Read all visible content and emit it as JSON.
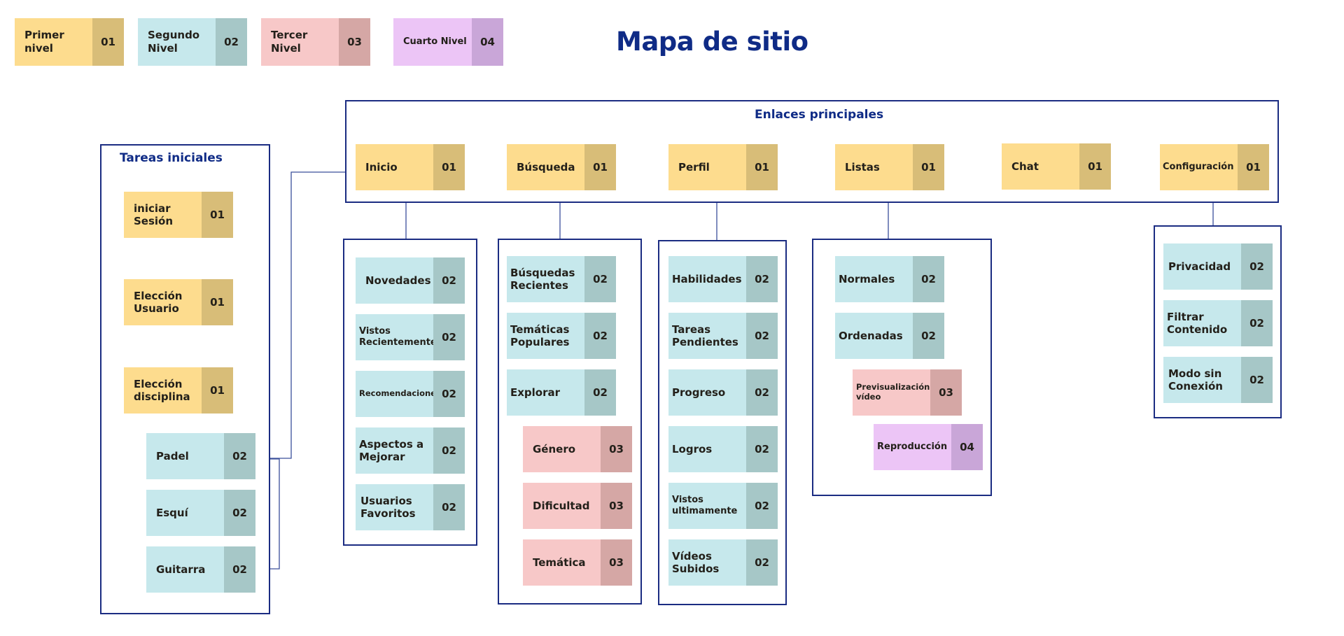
{
  "title": "Mapa de sitio",
  "colors": {
    "title": "#0f2b86",
    "frame_border": "#1b2c82",
    "connector": "#3a4f9a",
    "level1": [
      "#fddc8e",
      "#d8bd78"
    ],
    "level2": [
      "#c6e8ec",
      "#a6c7c7"
    ],
    "level3": [
      "#f7c8c8",
      "#d5a7a5"
    ],
    "level4": [
      "#ecc5f6",
      "#c9a6d8"
    ]
  },
  "legend": [
    {
      "label": "Primer nivel",
      "num": "01",
      "level": 1
    },
    {
      "label": "Segundo Nivel",
      "num": "02",
      "level": 2
    },
    {
      "label": "Tercer Nivel",
      "num": "03",
      "level": 3
    },
    {
      "label": "Cuarto Nivel",
      "num": "04",
      "level": 4
    }
  ],
  "groups": {
    "principales": {
      "title": "Enlaces principales"
    },
    "tareas": {
      "title": "Tareas iniciales"
    }
  },
  "nodes": {
    "inicio": {
      "label": "Inicio",
      "num": "01"
    },
    "busqueda": {
      "label": "Búsqueda",
      "num": "01"
    },
    "perfil": {
      "label": "Perfil",
      "num": "01"
    },
    "listas": {
      "label": "Listas",
      "num": "01"
    },
    "chat": {
      "label": "Chat",
      "num": "01"
    },
    "configuracion": {
      "label": "Configuración",
      "num": "01"
    },
    "iniciar_sesion": {
      "label": "iniciar Sesión",
      "num": "01"
    },
    "eleccion_usuario": {
      "label": "Elección Usuario",
      "num": "01"
    },
    "eleccion_disciplina": {
      "label": "Elección disciplina",
      "num": "01"
    },
    "padel": {
      "label": "Padel",
      "num": "02"
    },
    "esqui": {
      "label": "Esquí",
      "num": "02"
    },
    "guitarra": {
      "label": "Guitarra",
      "num": "02"
    },
    "novedades": {
      "label": "Novedades",
      "num": "02"
    },
    "vistos_recientemente": {
      "label": "Vistos Recientemente",
      "num": "02"
    },
    "recomendaciones": {
      "label": "Recomendaciones",
      "num": "02"
    },
    "aspectos_mejorar": {
      "label": "Aspectos a Mejorar",
      "num": "02"
    },
    "usuarios_favoritos": {
      "label": "Usuarios Favoritos",
      "num": "02"
    },
    "busquedas_recientes": {
      "label": "Búsquedas Recientes",
      "num": "02"
    },
    "tematicas_populares": {
      "label": "Temáticas Populares",
      "num": "02"
    },
    "explorar": {
      "label": "Explorar",
      "num": "02"
    },
    "genero": {
      "label": "Género",
      "num": "03"
    },
    "dificultad": {
      "label": "Dificultad",
      "num": "03"
    },
    "tematica": {
      "label": "Temática",
      "num": "03"
    },
    "habilidades": {
      "label": "Habilidades",
      "num": "02"
    },
    "tareas_pendientes": {
      "label": "Tareas Pendientes",
      "num": "02"
    },
    "progreso": {
      "label": "Progreso",
      "num": "02"
    },
    "logros": {
      "label": "Logros",
      "num": "02"
    },
    "vistos_ultimamente": {
      "label": "Vistos ultimamente",
      "num": "02"
    },
    "videos_subidos": {
      "label": "Vídeos Subidos",
      "num": "02"
    },
    "normales": {
      "label": "Normales",
      "num": "02"
    },
    "ordenadas": {
      "label": "Ordenadas",
      "num": "02"
    },
    "previsualizacion": {
      "label": "Previsualización vídeo",
      "num": "03"
    },
    "reproduccion": {
      "label": "Reproducción",
      "num": "04"
    },
    "privacidad": {
      "label": "Privacidad",
      "num": "02"
    },
    "filtrar_contenido": {
      "label": "Filtrar Contenido",
      "num": "02"
    },
    "modo_sin_conexion": {
      "label": "Modo sin Conexión",
      "num": "02"
    }
  }
}
